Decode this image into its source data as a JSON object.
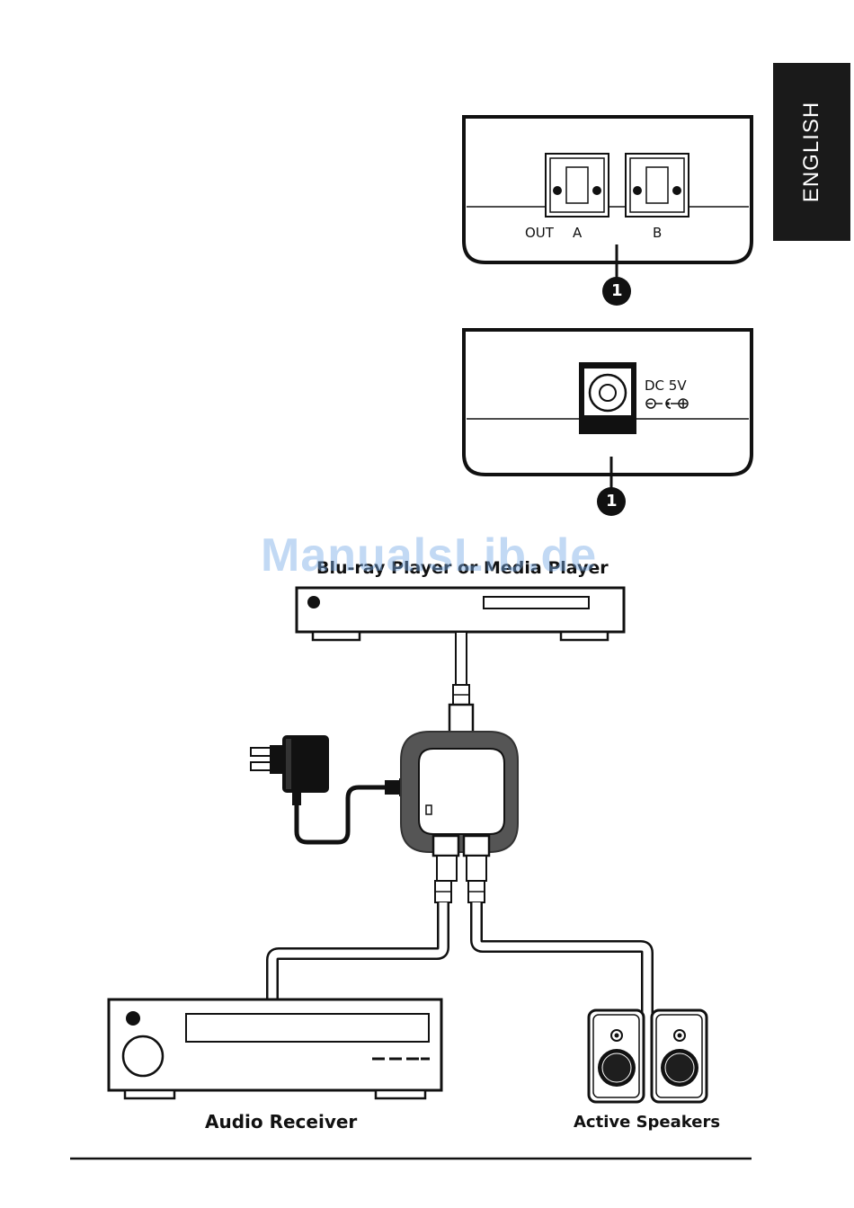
{
  "side_tab": {
    "label": "ENGLISH"
  },
  "port_panel_outputs": {
    "out_label": "OUT",
    "port_a_label": "A",
    "port_b_label": "B",
    "callout_number": "1"
  },
  "port_panel_power": {
    "dc_label": "DC 5V",
    "callout_number": "1"
  },
  "watermark": {
    "text": "ManualsLib.de"
  },
  "devices": {
    "source_label": "Blu-ray Player or Media Player",
    "receiver_label": "Audio Receiver",
    "speakers_label": "Active Speakers"
  },
  "colors": {
    "ink": "#111111",
    "device_body": "#ffffff",
    "frame": "#555555",
    "tab_bg": "#1a1a1a"
  }
}
